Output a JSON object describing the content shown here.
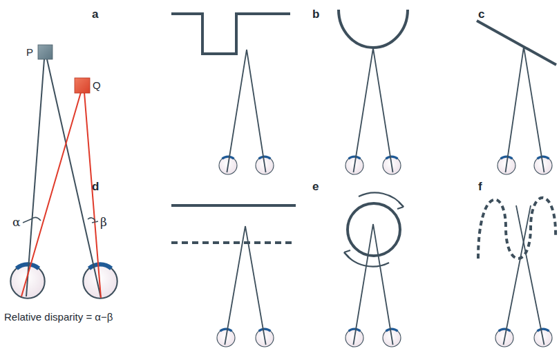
{
  "diagram": {
    "labels": [
      "P",
      "Q",
      "α",
      "β",
      "Relative disparity = α−β",
      "a",
      "b",
      "c",
      "d",
      "e",
      "f"
    ]
  }
}
